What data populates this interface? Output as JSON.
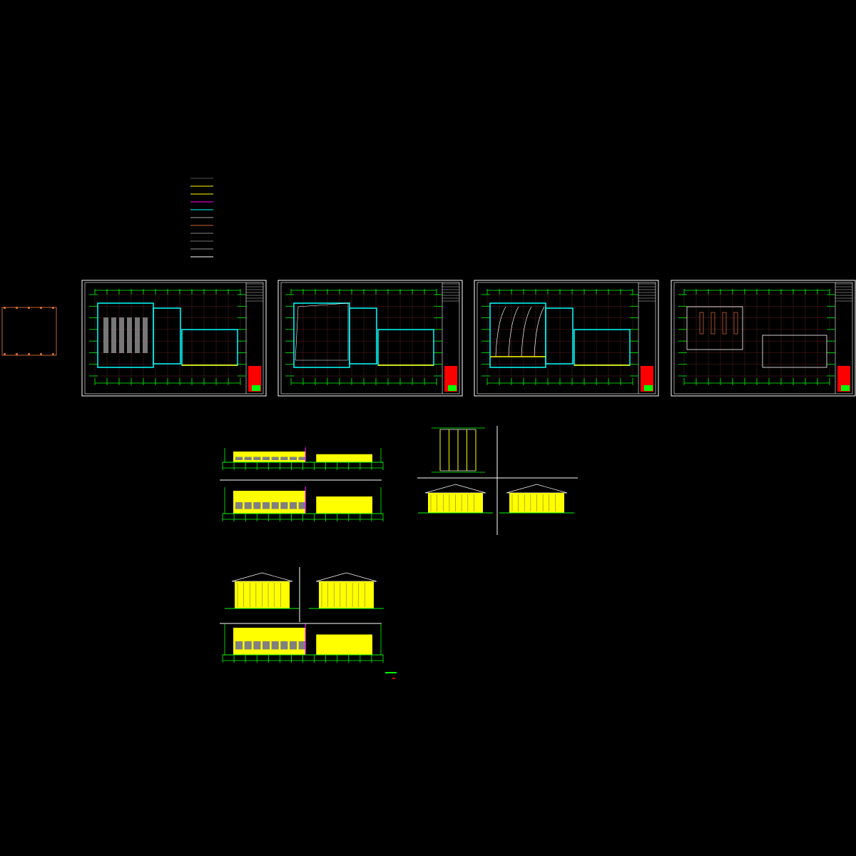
{
  "drawing": {
    "background": "#000000",
    "colors": {
      "frame": "#ffffff",
      "grid": "#00ff00",
      "axis": "#5a1e1e",
      "wall": "#00ffff",
      "fill": "#ffff00",
      "accent": "#ff00ff",
      "blue": "#0000ff",
      "grey": "#808080",
      "red": "#ff0000",
      "orange": "#c86432"
    },
    "legend_colors": [
      "#555555",
      "#ffff00",
      "#ffff00",
      "#ff00ff",
      "#00ffff",
      "#aaaaaa",
      "#c86432",
      "#888888",
      "#777777",
      "#999999",
      "#ffffff"
    ],
    "sheets": [
      "floor-plan-1",
      "floor-plan-2",
      "floor-plan-3",
      "roof-plan"
    ]
  }
}
